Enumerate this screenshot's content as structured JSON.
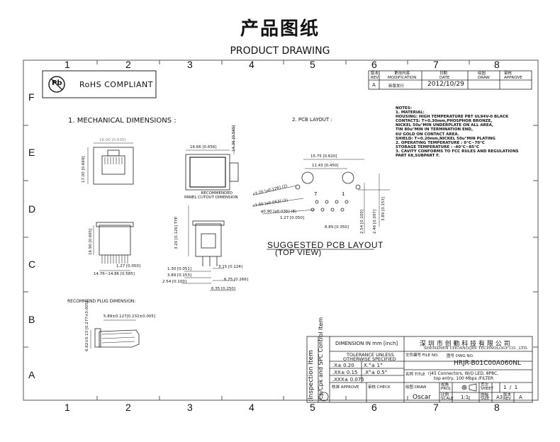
{
  "header": {
    "title_cn": "产品图纸",
    "title_en": "PRODUCT DRAWING"
  },
  "zones": {
    "columns": [
      "1",
      "2",
      "3",
      "4",
      "5",
      "6",
      "7",
      "8"
    ],
    "rows": [
      "F",
      "E",
      "D",
      "C",
      "B",
      "A"
    ]
  },
  "rohs": {
    "symbol": "Pb",
    "label": "RoHS  COMPLIANT"
  },
  "revision": {
    "headers": [
      "REV",
      "MODIFICATION",
      "DATE",
      "DRAW",
      "APPROVE"
    ],
    "headers_cn": [
      "版本",
      "更改内容",
      "日期",
      "绘图",
      "审核"
    ],
    "rows": [
      {
        "rev": "A",
        "modification": "新版发行",
        "date": "2012/10/29",
        "draw": "",
        "approve": ""
      }
    ]
  },
  "sections": {
    "mechanical": "1. MECHANICAL DIMENSIONS :",
    "pcb": "2. PCB LAYOUT :",
    "recommend_plug": "RECOMMEND PLUG DIMENSION:",
    "suggested_pcb": "SUGGESTED PCB LAYOUT",
    "top_view": "(TOP VIEW)",
    "panel_cutout": [
      "RECOMMENDED",
      "PANEL CUTOUT DIMENSION"
    ]
  },
  "notes": [
    "NOTES:",
    "1. MATERIAL:",
    "   HOUSING: HIGH TEMPERATURE PBT UL94V-0 BLACK",
    "   CONTACTS: T=0.30mm,PHOSPHOR BRONZE,",
    "      NICKEL 50u\"MIN UNDERPLATE ON ALL AREA,",
    "      TIN 80u\"MIN IN TERMINATION END,",
    "      6U GOLD  ON CONTACT AREA.",
    "   SHIELD:   T=0.20mm,NICKEL 50u\"MIN PLATING",
    "2. OPERATING TEMPERATURE : 0°C~70°C",
    "   STORAGE TEMPERATURE : -40°C~85°C",
    "3. CAVITY CONFORMS TO FCC RULES AND REGULATIONS",
    "   PART 68,SUBPART F."
  ],
  "dimensions": {
    "front_w": "16.00 [0.630]",
    "front_h": "17.00 [0.669]",
    "cut_w": "16.66 [0.656]",
    "cut_h": "14.36 [0.565]",
    "pcb_w": "15.75 [0.620]",
    "pcb_w2": "11.43 [0.450]",
    "hole_320": "⌀3.20 [⌀0.126] (2)",
    "hole_160": "⌀1.60 [⌀0.063] (2)",
    "hole_090": "⌀0.90 [⌀0.035] (8)",
    "pitch": "1.27 [0.050]",
    "row_gap": "8.89 [0.350]",
    "r1": "2.54 [0.100]",
    "r2": "2.46 [0.097]",
    "r3": "3.89 [0.153]",
    "pin7": "7",
    "pin1": "1",
    "side_h": "16.90 [0.665]",
    "side_pitch": "1.27 [0.050]",
    "side_w": "14.76~14.86 [0.585]",
    "sv_h": "3.20 [0.126] TYP.",
    "sv_130": "1.30 [0.051]",
    "sv_389": "3.89 [0.153]",
    "sv_254": "2.54 [0.100]",
    "sv_315": "3.15 [0.124]",
    "sv_675": "6.75 [0.266]",
    "sv_635": "6.35 [0.250]",
    "plug_w": "5.89±0.127[0.232±0.005]",
    "plug_h": "6.62±0.13 [0.277±0.005]"
  },
  "title_block": {
    "side_label_1": "Item",
    "side_label_2": ":Inspection",
    "side_label_3": "SPC Control Item",
    "side_label_4": ":Cp/Cpk and",
    "dimension_in": "DIMENSION IN  mm  [inch]",
    "company_cn": "深 圳 市 创 勤 科 技 有 限 公 司",
    "company_en": "SHENZHEN CHUANGQIN TECHNOLOGY CO. ,LTD.",
    "tolerance_1": "TOLERANCE UNLESS",
    "tolerance_2": "OTHERWISE SPECIFIED",
    "file_no_label": "文件编号 FILE NO.",
    "dwg_no_label": "图号 DWG NO.",
    "dwg_no": "HRJR-B01C00A060NL",
    "tol_rows": [
      {
        "a": ".X± 0.20",
        "b": "X.°± 1°"
      },
      {
        "a": ".XX± 0.15",
        "b": ".X°± 0.5°"
      },
      {
        "a": ".XXX± 0.075",
        "b": ""
      }
    ],
    "title_label": "名称 TITLE",
    "title_1": "rj45 Connectors, W/O LED, 8P8C,",
    "title_2": "top entry, 100 Mbps /FILTER",
    "approve_label": "核准 APPROVE",
    "check_label": "审核 CHECK",
    "draw_label": "绘图 DRAW",
    "proj_label": "视角 PROJ.",
    "scale_label": "比例 SCALE",
    "size_label": "图幅 SIZE",
    "sheet_label": "页次 SHEET",
    "rev_label": "版本 REV",
    "drawer": "Oscar",
    "scale": "1:1",
    "size": "A3",
    "sheet": "1",
    "sheet_total": "1",
    "rev": "A"
  },
  "colors": {
    "line": "#222222",
    "frame": "#555555"
  }
}
